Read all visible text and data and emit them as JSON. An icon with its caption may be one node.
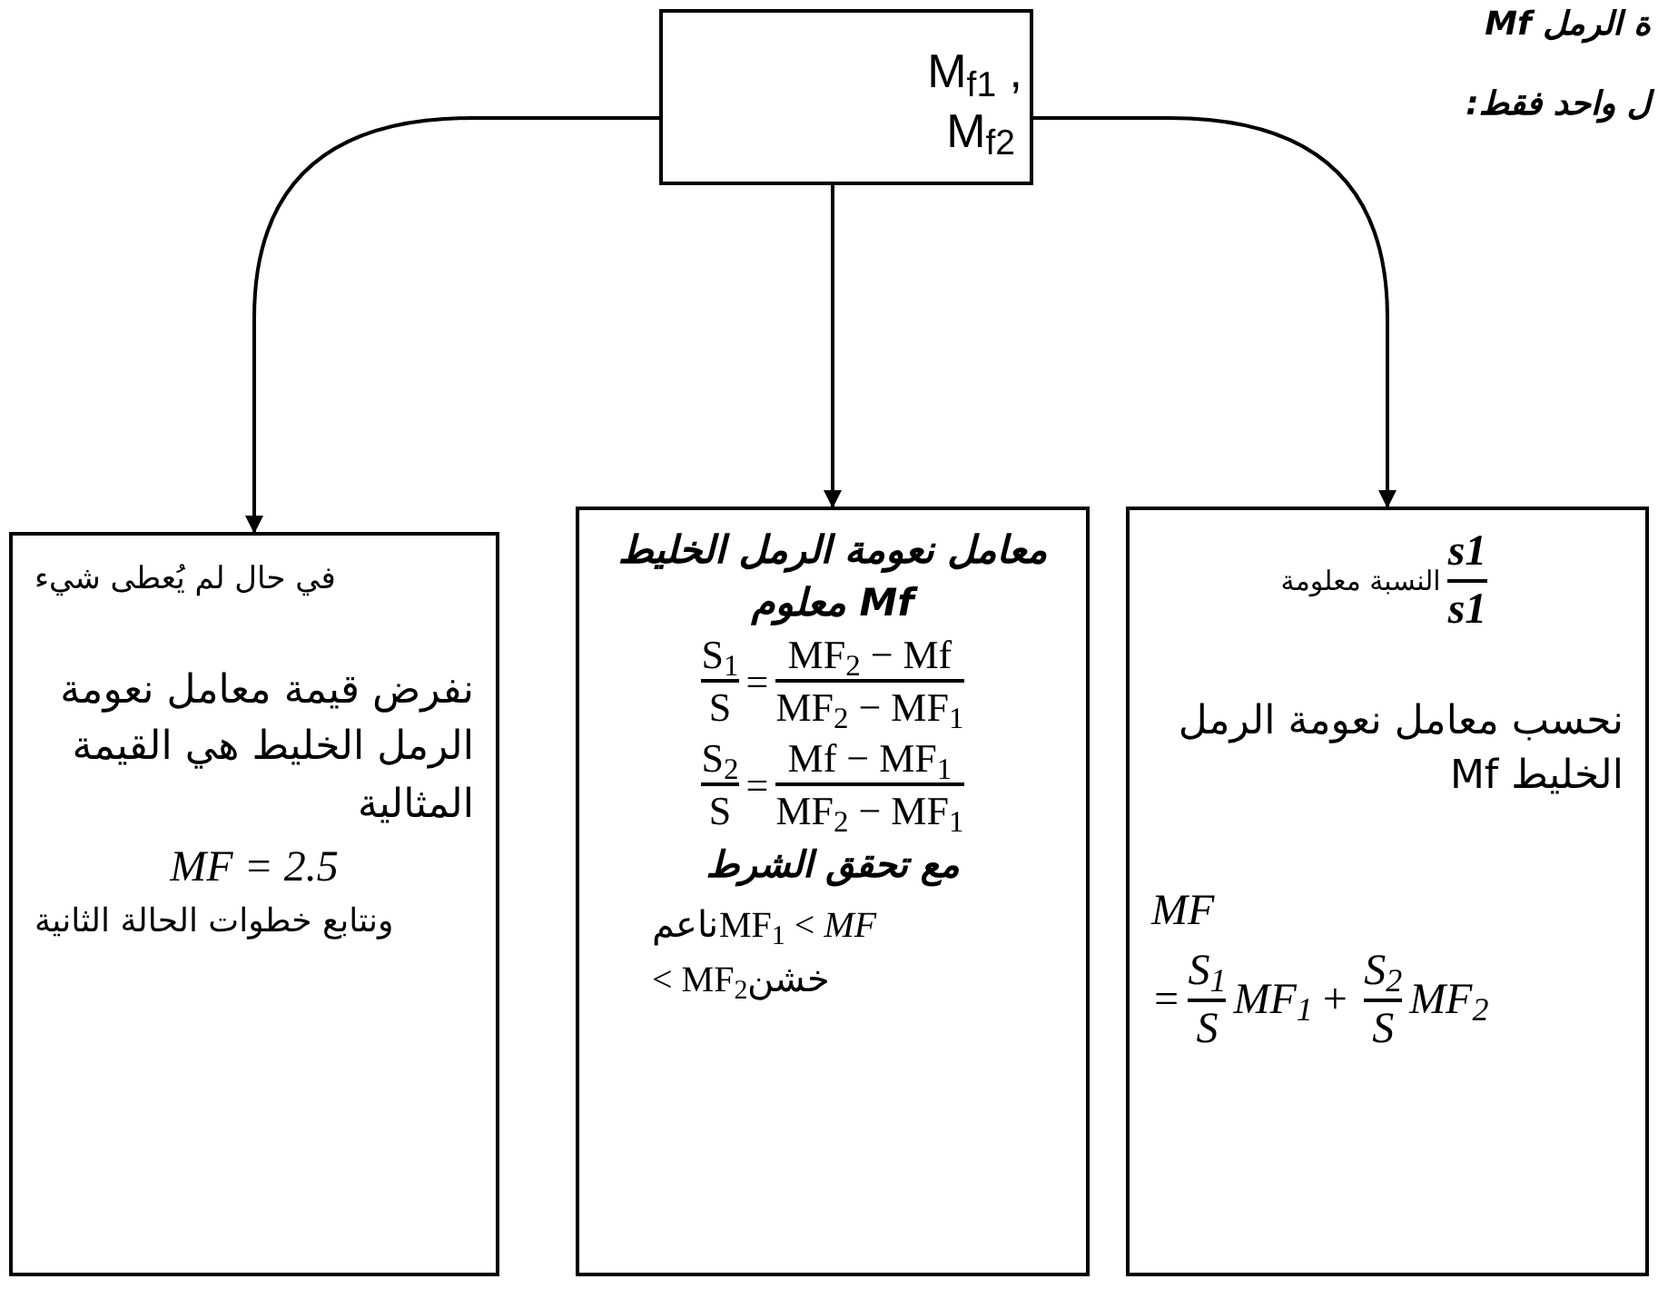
{
  "diagram": {
    "nodes": [
      {
        "text": [
          "M$_{f1}$ ,",
          "M$_{f2}$"
        ]
      },
      {
        "text": [
          "في حال لم يُعطى شيء",
          "نفرض قيمة  معامل نعومة الرمل الخليط هي القيمة المثالية",
          "MF = 2.5",
          "ونتابع خطوات الحالة الثانية"
        ]
      },
      {
        "text": [
          "معامل نعومة الرمل الخليط Mf معلوم",
          "S$_{1}$",
          "S",
          "=",
          "MF$_{2}$ − Mf",
          "MF$_{2}$ − MF$_{1}$",
          "S$_{2}$",
          "S",
          "=",
          "Mf − MF$_{1}$",
          "MF$_{2}$ − MF$_{1}$",
          "مع تحقق الشرط",
          "ناعمMF$_{1}$ < *MF*",
          "< MF$_{2}$خشن"
        ]
      },
      {
        "text": [
          "النسبة معلومة",
          "s1",
          "s1",
          "نحسب معامل نعومة الرمل الخليط Mf",
          "MF",
          "=",
          "S$_{1}$",
          "S",
          "MF$_{1}$",
          "+",
          "S$_{2}$",
          "S",
          "MF$_{2}$"
        ]
      }
    ],
    "edges": [
      {
        "from": 0,
        "to": 1,
        "arrow": "to"
      },
      {
        "from": 0,
        "to": 2,
        "arrow": "to"
      },
      {
        "from": 0,
        "to": 3,
        "arrow": "to"
      }
    ],
    "labels": [
      "ة الرمل Mf",
      "ل واحد فقط:"
    ]
  }
}
